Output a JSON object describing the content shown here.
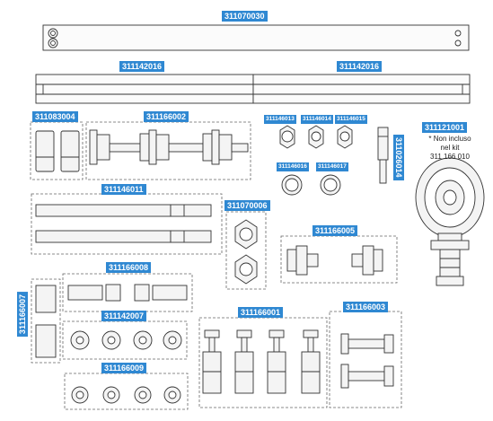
{
  "labels": {
    "top_bar": "311070030",
    "bar_left": "311142016",
    "bar_right": "311142016",
    "blocks": "311083004",
    "shaft_assembly": "311166002",
    "nut_a": "311146013",
    "nut_b": "311146014",
    "nut_c": "311146015",
    "nut_d": "311146016",
    "nut_e": "311146017",
    "pin": "311026014",
    "puller": "311121001",
    "rods": "311146011",
    "nut_pair": "311070006",
    "bushing_pair": "311166005",
    "sleeves": "311166008",
    "side_blocks": "311166007",
    "washers": "311142007",
    "spools": "311166001",
    "presses": "311166003",
    "rings": "311166009"
  },
  "note": {
    "line1": "* Non incluso",
    "line2": "nel kit",
    "line3": "311 166 010"
  },
  "colors": {
    "label_bg": "#2f88d2",
    "label_text": "#ffffff",
    "outline": "#333333",
    "part_fill": "#f4f4f4",
    "dashed": "#666666"
  }
}
